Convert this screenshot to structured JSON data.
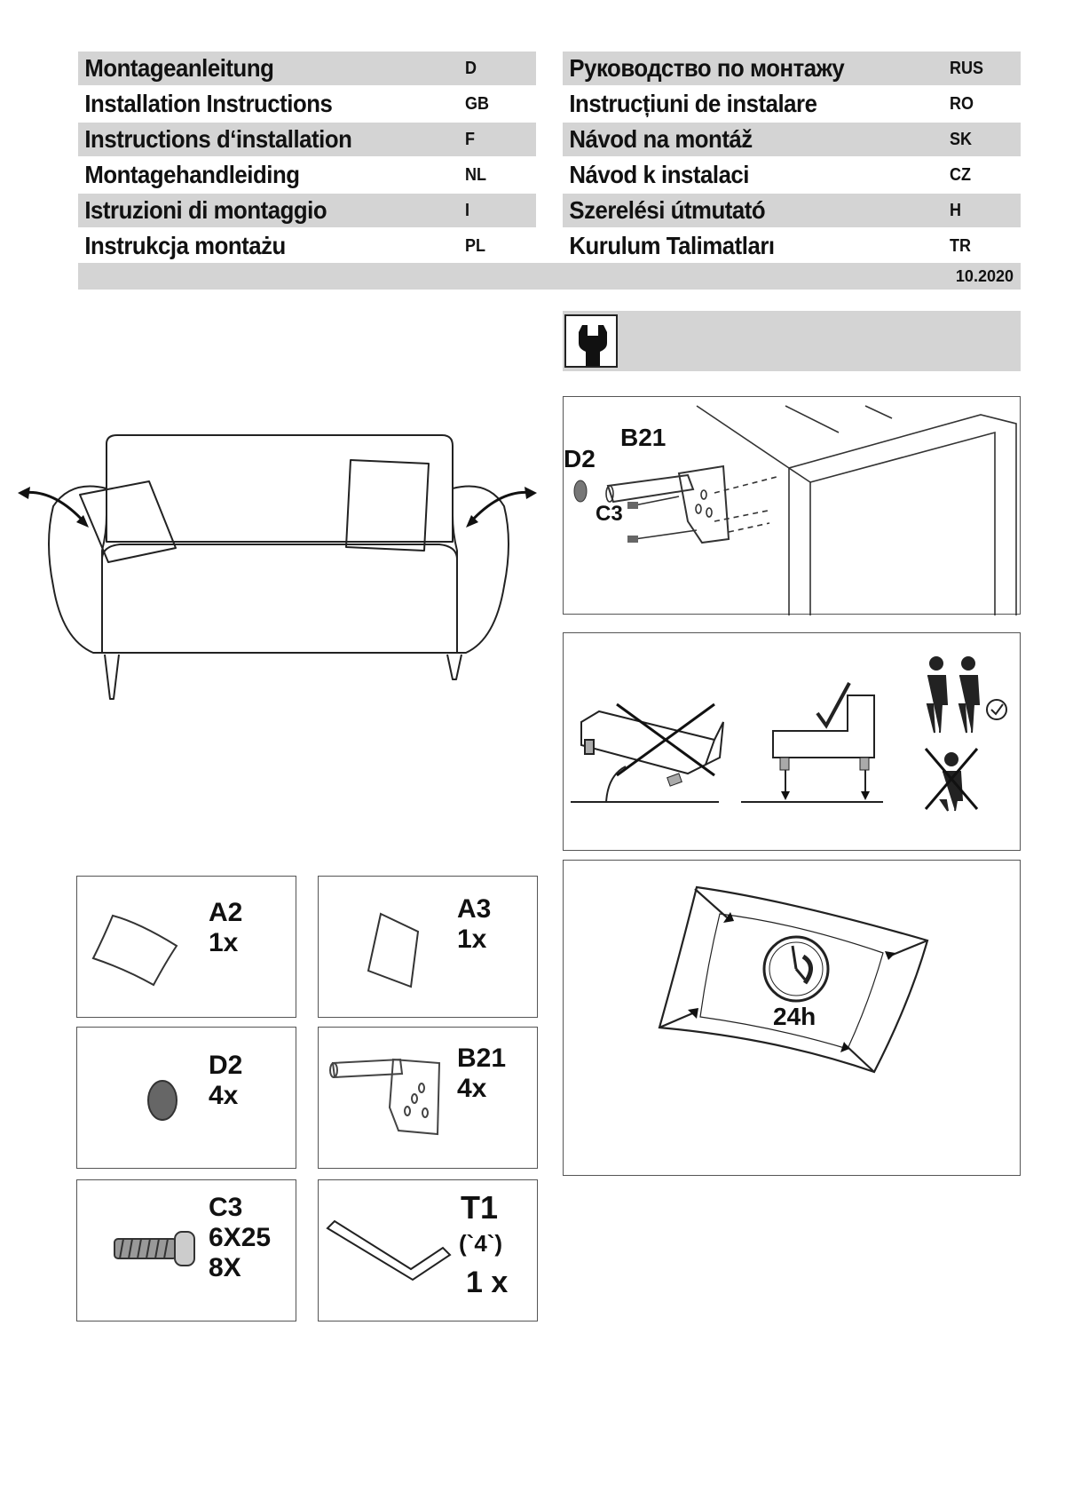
{
  "header": {
    "left": [
      {
        "title": "Montageanleitung",
        "code": "D"
      },
      {
        "title": "Installation Instructions",
        "code": "GB"
      },
      {
        "title": "Instructions d‘installation",
        "code": "F"
      },
      {
        "title": "Montagehandleiding",
        "code": "NL"
      },
      {
        "title": "Istruzioni di montaggio",
        "code": "I"
      },
      {
        "title": "Instrukcja montażu",
        "code": "PL"
      }
    ],
    "right": [
      {
        "title": "Руководство по монтажу",
        "code": "RUS"
      },
      {
        "title": "Instrucțiuni de instalare",
        "code": "RO"
      },
      {
        "title": "Návod na montáž",
        "code": "SK"
      },
      {
        "title": "Návod k instalaci",
        "code": "CZ"
      },
      {
        "title": "Szerelési útmutató",
        "code": "H"
      },
      {
        "title": "Kurulum Talimatları",
        "code": "TR"
      }
    ],
    "date": "10.2020"
  },
  "tool_bar": {
    "icon": "wrench-icon"
  },
  "step1": {
    "label_d2": "D2",
    "label_b21": "B21",
    "label_c3": "C3"
  },
  "step3": {
    "time": "24h"
  },
  "parts": [
    {
      "id": "A2",
      "qty": "1x"
    },
    {
      "id": "A3",
      "qty": "1x"
    },
    {
      "id": "D2",
      "qty": "4x"
    },
    {
      "id": "B21",
      "qty": "4x"
    },
    {
      "id": "C3",
      "size": "6X25",
      "qty": "8X"
    },
    {
      "id": "T1",
      "size": "(`4`)",
      "qty": "1 x"
    }
  ]
}
